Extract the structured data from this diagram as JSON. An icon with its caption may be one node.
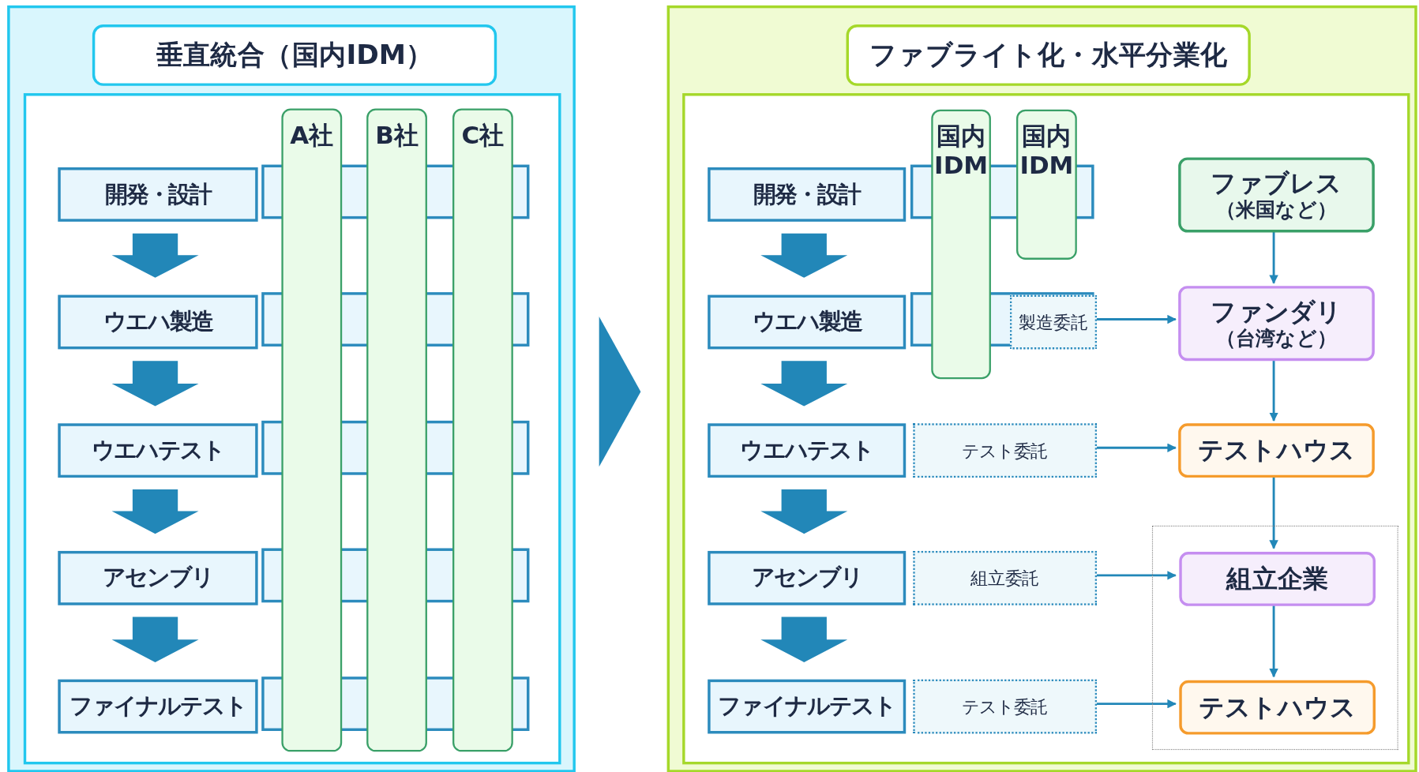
{
  "diagram": {
    "nodes": [
      {
        "text": [],
        "shape": "box"
      },
      {
        "text": [
          "垂直統合（国内IDM）"
        ],
        "in": 0
      },
      {
        "text": [
          "開発・設計"
        ],
        "in": 0
      },
      {
        "text": [
          "ウエハ製造"
        ],
        "in": 0
      },
      {
        "text": [
          "ウエハテスト"
        ],
        "in": 0
      },
      {
        "text": [
          "アセンブリ"
        ],
        "in": 0
      },
      {
        "text": [
          "ファイナルテスト"
        ],
        "in": 0
      },
      {
        "text": [
          "A社"
        ],
        "in": 0
      },
      {
        "text": [
          "B社"
        ],
        "in": 0
      },
      {
        "text": [
          "C社"
        ],
        "in": 0
      },
      {
        "text": [],
        "shape": "box"
      },
      {
        "text": [
          "ファブライト化・水平分業化"
        ],
        "in": 10
      },
      {
        "text": [
          "開発・設計"
        ],
        "in": 10
      },
      {
        "text": [
          "ウエハ製造"
        ],
        "in": 10
      },
      {
        "text": [
          "ウエハテスト"
        ],
        "in": 10
      },
      {
        "text": [
          "アセンブリ"
        ],
        "in": 10
      },
      {
        "text": [
          "ファイナルテスト"
        ],
        "in": 10
      },
      {
        "text": [
          "国内IDM"
        ],
        "in": 10
      },
      {
        "text": [
          "国内IDM"
        ],
        "in": 10
      },
      {
        "text": [
          "製造委託"
        ],
        "in": 10
      },
      {
        "text": [
          "テスト委託"
        ],
        "in": 10
      },
      {
        "text": [
          "組立委託"
        ],
        "in": 10
      },
      {
        "text": [
          "テスト委託"
        ],
        "in": 10
      },
      {
        "text": [
          "ファブレス",
          "（米国など）"
        ],
        "in": 10
      },
      {
        "text": [
          "ファンダリ",
          "（台湾など）"
        ],
        "in": 10
      },
      {
        "text": [
          "テストハウス"
        ],
        "in": 10
      },
      {
        "text": [],
        "shape": "box",
        "in": 10
      },
      {
        "text": [
          "組立企業"
        ],
        "in": 26
      },
      {
        "text": [
          "テストハウス"
        ],
        "in": 26
      }
    ],
    "edges": [
      {
        "from": 0,
        "to": 10,
        "arrow": "to",
        "style": "thick"
      },
      {
        "from": 2,
        "to": 3,
        "arrow": "to",
        "style": "thick"
      },
      {
        "from": 3,
        "to": 4,
        "arrow": "to",
        "style": "thick"
      },
      {
        "from": 4,
        "to": 5,
        "arrow": "to",
        "style": "thick"
      },
      {
        "from": 5,
        "to": 6,
        "arrow": "to",
        "style": "thick"
      },
      {
        "from": 12,
        "to": 13,
        "arrow": "to",
        "style": "thick"
      },
      {
        "from": 13,
        "to": 14,
        "arrow": "to",
        "style": "thick"
      },
      {
        "from": 14,
        "to": 15,
        "arrow": "to",
        "style": "thick"
      },
      {
        "from": 15,
        "to": 16,
        "arrow": "to",
        "style": "thick"
      },
      {
        "from": 23,
        "to": 24,
        "arrow": "to"
      },
      {
        "from": 24,
        "to": 25,
        "arrow": "to"
      },
      {
        "from": 25,
        "to": 27,
        "arrow": "to"
      },
      {
        "from": 27,
        "to": 28,
        "arrow": "to"
      },
      {
        "from": 19,
        "to": 24,
        "arrow": "to"
      },
      {
        "from": 20,
        "to": 25,
        "arrow": "to"
      },
      {
        "from": 21,
        "to": 27,
        "arrow": "to"
      },
      {
        "from": 22,
        "to": 28,
        "arrow": "to"
      }
    ]
  }
}
